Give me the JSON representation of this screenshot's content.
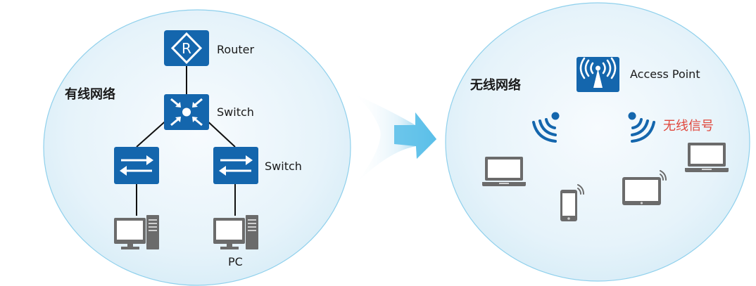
{
  "wired": {
    "title": "有线网络",
    "router_label": "Router",
    "core_switch_label": "Switch",
    "access_switch_label": "Switch",
    "pc_label": "PC"
  },
  "wireless": {
    "title": "无线网络",
    "ap_label": "Access Point",
    "signal_label": "无线信号"
  },
  "colors": {
    "device_blue": "#1466ad",
    "cloud_fill": "#e6f3fa",
    "cloud_stroke": "#8fd0ec",
    "signal_text": "#e0473c",
    "terminal_gray": "#6b6b6b",
    "arrow": "#3fb2e3"
  }
}
